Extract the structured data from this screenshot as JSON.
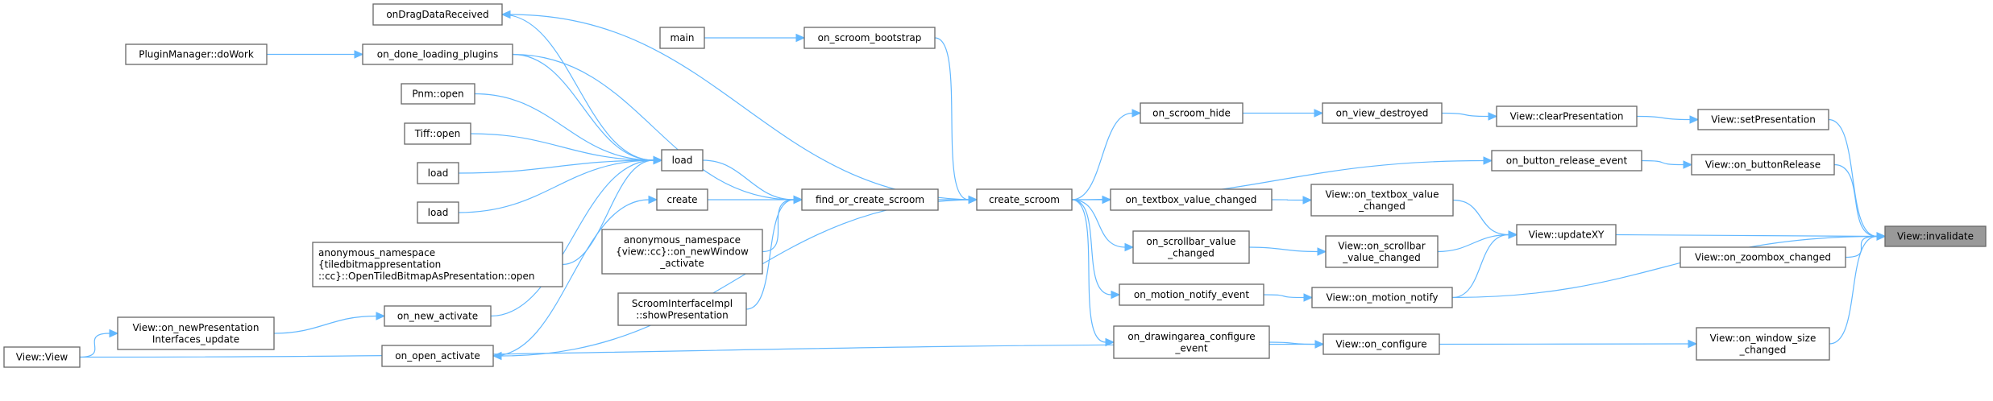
{
  "graph": {
    "type": "caller-graph",
    "root": "invalidate",
    "colors": {
      "edge": "#63b8ff",
      "border": "#666666",
      "root_fill": "#999999",
      "node_fill": "#ffffff"
    },
    "nodes": [
      {
        "id": "onDragDataReceived",
        "lines": [
          "onDragDataReceived"
        ]
      },
      {
        "id": "doWork",
        "lines": [
          "PluginManager::doWork"
        ]
      },
      {
        "id": "on_done_loading_plugins",
        "lines": [
          "on_done_loading_plugins"
        ]
      },
      {
        "id": "pnm_open",
        "lines": [
          "Pnm::open"
        ]
      },
      {
        "id": "tiff_open",
        "lines": [
          "Tiff::open"
        ]
      },
      {
        "id": "load1",
        "lines": [
          "load"
        ]
      },
      {
        "id": "load2",
        "lines": [
          "load"
        ]
      },
      {
        "id": "tiled_open",
        "lines": [
          "anonymous_namespace",
          "{tiledbitmappresentation",
          "::cc}::OpenTiledBitmapAsPresentation::open"
        ]
      },
      {
        "id": "on_new_activate",
        "lines": [
          "on_new_activate"
        ]
      },
      {
        "id": "newPresIfUpdate",
        "lines": [
          "View::on_newPresentation",
          "Interfaces_update"
        ]
      },
      {
        "id": "view_ctor",
        "lines": [
          "View::View"
        ]
      },
      {
        "id": "on_open_activate",
        "lines": [
          "on_open_activate"
        ]
      },
      {
        "id": "main",
        "lines": [
          "main"
        ]
      },
      {
        "id": "on_scroom_bootstrap",
        "lines": [
          "on_scroom_bootstrap"
        ]
      },
      {
        "id": "load",
        "lines": [
          "load"
        ]
      },
      {
        "id": "create",
        "lines": [
          "create"
        ]
      },
      {
        "id": "newWindow_activate",
        "lines": [
          "anonymous_namespace",
          "{view::cc}::on_newWindow",
          "_activate"
        ]
      },
      {
        "id": "showPresentation",
        "lines": [
          "ScroomInterfaceImpl",
          "::showPresentation"
        ]
      },
      {
        "id": "find_or_create_scroom",
        "lines": [
          "find_or_create_scroom"
        ]
      },
      {
        "id": "create_scroom",
        "lines": [
          "create_scroom"
        ]
      },
      {
        "id": "on_scroom_hide",
        "lines": [
          "on_scroom_hide"
        ]
      },
      {
        "id": "on_textbox_value_changed",
        "lines": [
          "on_textbox_value_changed"
        ]
      },
      {
        "id": "on_scrollbar_value_changed",
        "lines": [
          "on_scrollbar_value",
          "_changed"
        ]
      },
      {
        "id": "on_motion_notify_event",
        "lines": [
          "on_motion_notify_event"
        ]
      },
      {
        "id": "on_drawingarea_configure_event",
        "lines": [
          "on_drawingarea_configure",
          "_event"
        ]
      },
      {
        "id": "on_view_destroyed",
        "lines": [
          "on_view_destroyed"
        ]
      },
      {
        "id": "clearPresentation",
        "lines": [
          "View::clearPresentation"
        ]
      },
      {
        "id": "setPresentation",
        "lines": [
          "View::setPresentation"
        ]
      },
      {
        "id": "on_button_release_event",
        "lines": [
          "on_button_release_event"
        ]
      },
      {
        "id": "on_buttonRelease",
        "lines": [
          "View::on_buttonRelease"
        ]
      },
      {
        "id": "v_textbox",
        "lines": [
          "View::on_textbox_value",
          "_changed"
        ]
      },
      {
        "id": "updateXY",
        "lines": [
          "View::updateXY"
        ]
      },
      {
        "id": "v_scrollbar",
        "lines": [
          "View::on_scrollbar",
          "_value_changed"
        ]
      },
      {
        "id": "v_motion",
        "lines": [
          "View::on_motion_notify"
        ]
      },
      {
        "id": "v_configure",
        "lines": [
          "View::on_configure"
        ]
      },
      {
        "id": "v_window_size",
        "lines": [
          "View::on_window_size",
          "_changed"
        ]
      },
      {
        "id": "invalidate",
        "lines": [
          "View::invalidate"
        ]
      },
      {
        "id": "zoombox",
        "lines": [
          "View::on_zoombox_changed"
        ]
      }
    ],
    "edges": [
      {
        "from": "main",
        "to": "on_scroom_bootstrap"
      },
      {
        "from": "on_scroom_bootstrap",
        "to": "create_scroom"
      },
      {
        "from": "doWork",
        "to": "on_done_loading_plugins"
      },
      {
        "from": "on_done_loading_plugins",
        "to": "load"
      },
      {
        "from": "on_done_loading_plugins",
        "to": "find_or_create_scroom"
      },
      {
        "from": "onDragDataReceived",
        "to": "load"
      },
      {
        "from": "create_scroom",
        "to": "onDragDataReceived"
      },
      {
        "from": "pnm_open",
        "to": "load"
      },
      {
        "from": "tiff_open",
        "to": "load"
      },
      {
        "from": "load1",
        "to": "load"
      },
      {
        "from": "load2",
        "to": "load"
      },
      {
        "from": "tiled_open",
        "to": "load"
      },
      {
        "from": "on_new_activate",
        "to": "load"
      },
      {
        "from": "on_open_activate",
        "to": "create"
      },
      {
        "from": "create_scroom",
        "to": "on_open_activate"
      },
      {
        "from": "view_ctor",
        "to": "newPresIfUpdate"
      },
      {
        "from": "newPresIfUpdate",
        "to": "on_new_activate"
      },
      {
        "from": "load",
        "to": "find_or_create_scroom"
      },
      {
        "from": "create",
        "to": "find_or_create_scroom"
      },
      {
        "from": "newWindow_activate",
        "to": "find_or_create_scroom"
      },
      {
        "from": "showPresentation",
        "to": "find_or_create_scroom"
      },
      {
        "from": "find_or_create_scroom",
        "to": "create_scroom"
      },
      {
        "from": "create_scroom",
        "to": "on_scroom_hide"
      },
      {
        "from": "create_scroom",
        "to": "on_button_release_event"
      },
      {
        "from": "create_scroom",
        "to": "on_textbox_value_changed"
      },
      {
        "from": "create_scroom",
        "to": "on_scrollbar_value_changed"
      },
      {
        "from": "create_scroom",
        "to": "on_motion_notify_event"
      },
      {
        "from": "create_scroom",
        "to": "on_drawingarea_configure_event"
      },
      {
        "from": "on_scroom_hide",
        "to": "on_view_destroyed"
      },
      {
        "from": "on_view_destroyed",
        "to": "clearPresentation"
      },
      {
        "from": "clearPresentation",
        "to": "setPresentation"
      },
      {
        "from": "setPresentation",
        "to": "invalidate"
      },
      {
        "from": "on_button_release_event",
        "to": "on_buttonRelease"
      },
      {
        "from": "on_buttonRelease",
        "to": "invalidate"
      },
      {
        "from": "on_textbox_value_changed",
        "to": "v_textbox"
      },
      {
        "from": "v_textbox",
        "to": "updateXY"
      },
      {
        "from": "on_scrollbar_value_changed",
        "to": "v_scrollbar"
      },
      {
        "from": "v_scrollbar",
        "to": "updateXY"
      },
      {
        "from": "on_motion_notify_event",
        "to": "v_motion"
      },
      {
        "from": "v_motion",
        "to": "updateXY"
      },
      {
        "from": "v_motion",
        "to": "invalidate"
      },
      {
        "from": "updateXY",
        "to": "invalidate"
      },
      {
        "from": "zoombox",
        "to": "invalidate"
      },
      {
        "from": "on_drawingarea_configure_event",
        "to": "v_configure"
      },
      {
        "from": "v_configure",
        "to": "v_window_size"
      },
      {
        "from": "v_window_size",
        "to": "invalidate"
      },
      {
        "from": "view_ctor",
        "to": "v_configure"
      }
    ]
  }
}
